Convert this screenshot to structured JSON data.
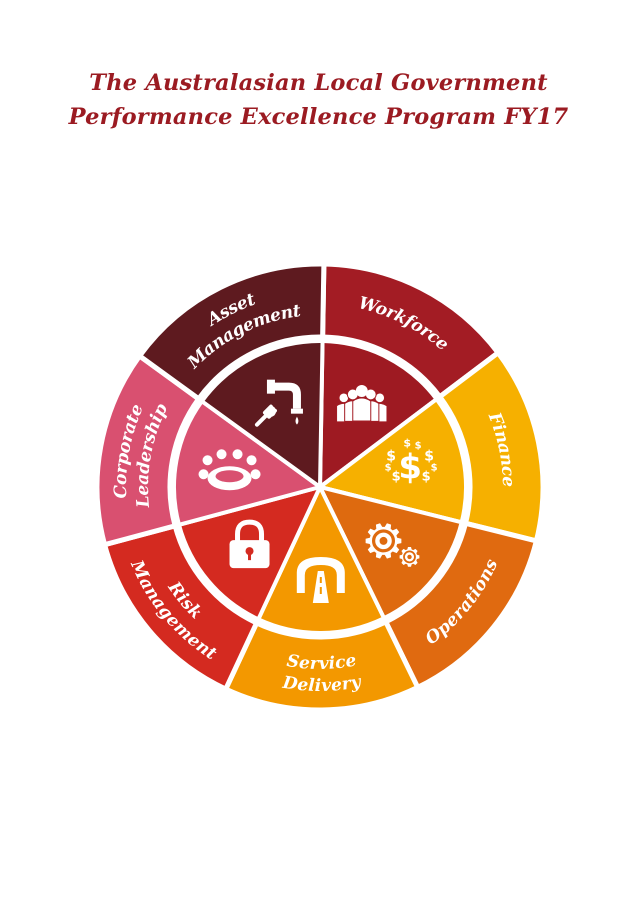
{
  "title": {
    "line1": "The Australasian Local Government",
    "line2": "Performance Excellence Program FY17"
  },
  "segments": [
    {
      "id": "workforce",
      "label_lines": [
        "Workforce"
      ],
      "color": "#a31c24",
      "inner_color": "#9e1a22",
      "icon": "people-group-icon"
    },
    {
      "id": "finance",
      "label_lines": [
        "Finance"
      ],
      "color": "#f6b000",
      "inner_color": "#f6b000",
      "icon": "dollar-signs-icon"
    },
    {
      "id": "operations",
      "label_lines": [
        "Operations"
      ],
      "color": "#e06a10",
      "inner_color": "#de6a0f",
      "icon": "gears-icon"
    },
    {
      "id": "service",
      "label_lines": [
        "Service",
        "Delivery"
      ],
      "color": "#f39800",
      "inner_color": "#f39800",
      "icon": "road-tunnel-icon"
    },
    {
      "id": "risk",
      "label_lines": [
        "Risk",
        "Management"
      ],
      "color": "#d42a20",
      "inner_color": "#d42a20",
      "icon": "padlock-icon"
    },
    {
      "id": "corporate",
      "label_lines": [
        "Corporate",
        "Leadership"
      ],
      "color": "#d95070",
      "inner_color": "#d95070",
      "icon": "meeting-table-icon"
    },
    {
      "id": "asset",
      "label_lines": [
        "Asset",
        "Management"
      ],
      "color": "#5e1a1f",
      "inner_color": "#5e1a1f",
      "icon": "pipe-tap-icon"
    }
  ]
}
